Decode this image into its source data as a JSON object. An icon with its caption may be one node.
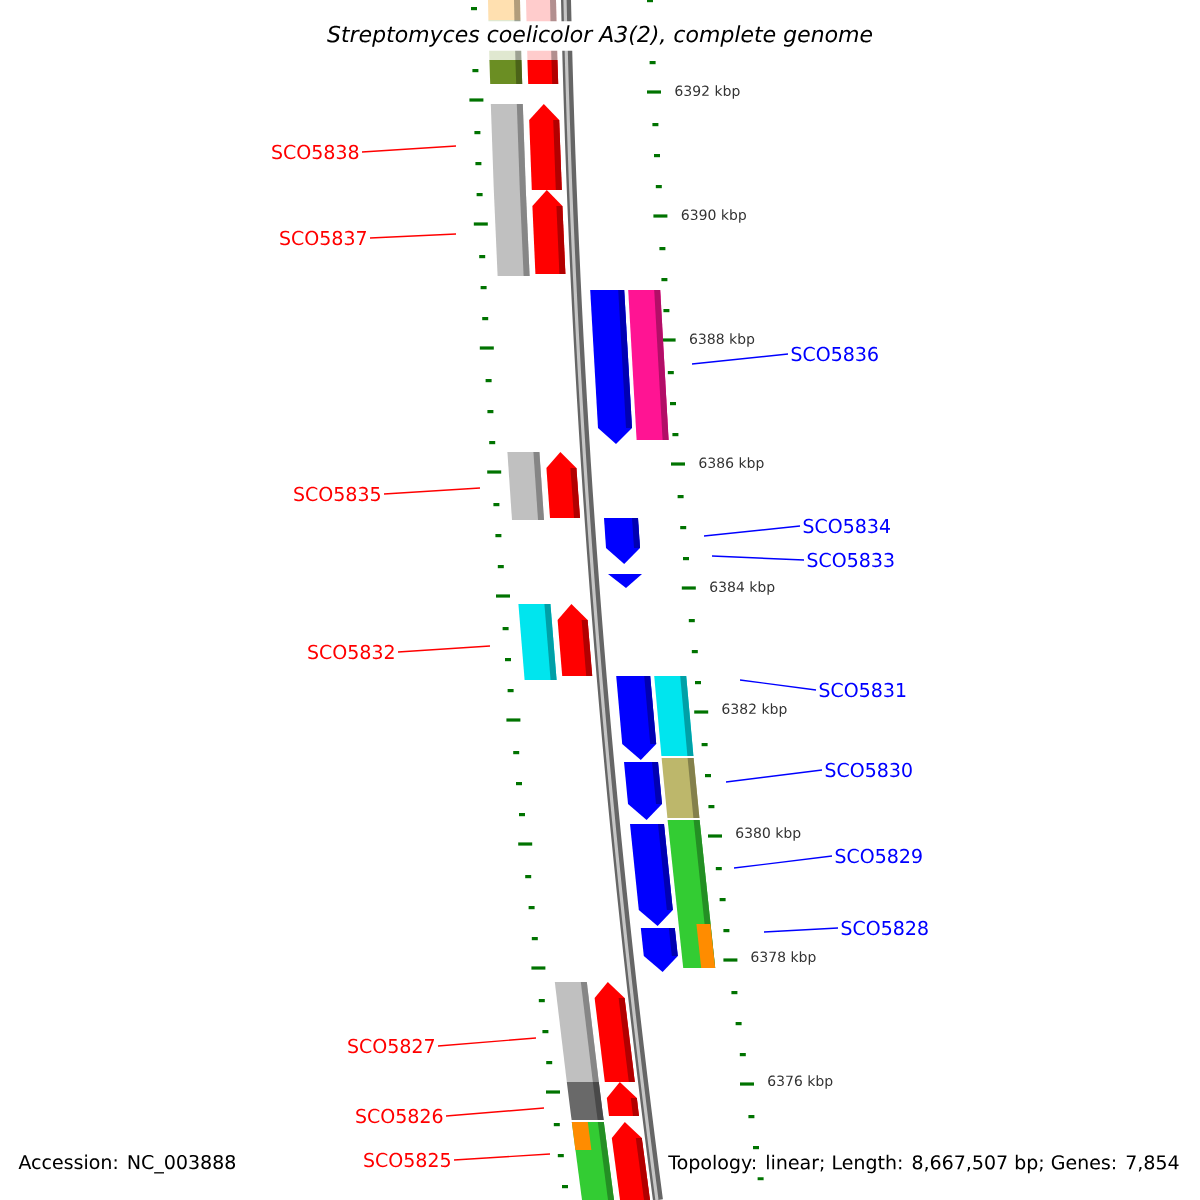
{
  "diagram": {
    "title": "Streptomyces coelicolor A3(2), complete genome",
    "nodes": [
      {
        "text": [
          "SCO5838"
        ]
      },
      {
        "text": [
          "SCO5837"
        ]
      },
      {
        "text": [
          "SCO5836"
        ]
      },
      {
        "text": [
          "SCO5835"
        ]
      },
      {
        "text": [
          "SCO5834"
        ]
      },
      {
        "text": [
          "SCO5833"
        ]
      },
      {
        "text": [
          "SCO5832"
        ]
      },
      {
        "text": [
          "SCO5831"
        ]
      },
      {
        "text": [
          "SCO5830"
        ]
      },
      {
        "text": [
          "SCO5829"
        ]
      },
      {
        "text": [
          "SCO5828"
        ]
      },
      {
        "text": [
          "SCO5827"
        ]
      },
      {
        "text": [
          "SCO5826"
        ]
      },
      {
        "text": [
          "SCO5825"
        ]
      }
    ],
    "edges": [
      {
        "from": 0,
        "to": null,
        "arrow": "none"
      },
      {
        "from": 1,
        "to": null,
        "arrow": "none"
      },
      {
        "from": 2,
        "to": null,
        "arrow": "none",
        "color": "#0000ff"
      },
      {
        "from": 3,
        "to": null,
        "arrow": "none"
      },
      {
        "from": 4,
        "to": null,
        "arrow": "none",
        "color": "#0000ff"
      },
      {
        "from": 5,
        "to": null,
        "arrow": "none",
        "color": "#0000ff"
      },
      {
        "from": 6,
        "to": null,
        "arrow": "none"
      },
      {
        "from": 7,
        "to": null,
        "arrow": "none",
        "color": "#0000ff"
      },
      {
        "from": 8,
        "to": null,
        "arrow": "none",
        "color": "#0000ff"
      },
      {
        "from": 9,
        "to": null,
        "arrow": "none",
        "color": "#0000ff"
      },
      {
        "from": 10,
        "to": null,
        "arrow": "none",
        "color": "#0000ff"
      },
      {
        "from": 11,
        "to": null,
        "arrow": "none"
      },
      {
        "from": 12,
        "to": null,
        "arrow": "none"
      },
      {
        "from": 13,
        "to": null,
        "arrow": "none"
      }
    ],
    "labels": [
      "6392 kbp",
      "6390 kbp",
      "6388 kbp",
      "6386 kbp",
      "6384 kbp",
      "6382 kbp",
      "6380 kbp",
      "6378 kbp",
      "6376 kbp",
      "Accession: NC_003888",
      "Topology: linear; Length: 8,667,507 bp; Genes: 7,854"
    ]
  }
}
